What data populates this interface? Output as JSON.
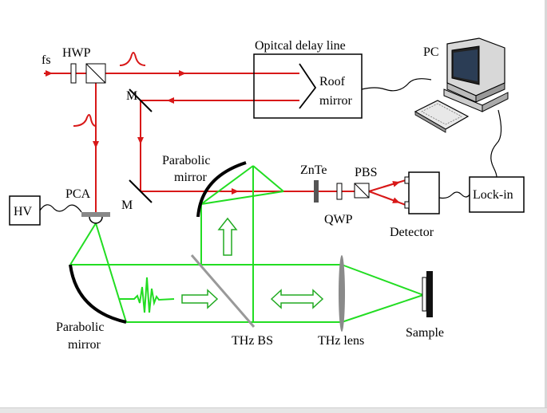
{
  "colors": {
    "laser_red": "#d81818",
    "thz_green": "#22dd22",
    "component_black": "#000000",
    "splitter_gray": "#999999",
    "lens_gray": "#8a8a8a"
  },
  "labels": {
    "fs": "fs",
    "hwp": "HWP",
    "delay_line": "Opitcal delay line",
    "roof_mirror_1": "Roof",
    "roof_mirror_2": "mirror",
    "pc": "PC",
    "m_top": "M",
    "m_bottom": "M",
    "parabolic_top_1": "Parabolic",
    "parabolic_top_2": "mirror",
    "znte": "ZnTe",
    "pbs": "PBS",
    "qwp": "QWP",
    "detector": "Detector",
    "lockin": "Lock-in",
    "hv": "HV",
    "pca": "PCA",
    "parabolic_bottom_1": "Parabolic",
    "parabolic_bottom_2": "mirror",
    "thz_bs": "THz BS",
    "thz_lens": "THz lens",
    "sample": "Sample"
  },
  "icons": {
    "computer": "computer-icon",
    "pulse": "pulse-icon",
    "thz_waveform": "thz-waveform-icon",
    "hollow_arrow": "hollow-arrow-icon"
  }
}
